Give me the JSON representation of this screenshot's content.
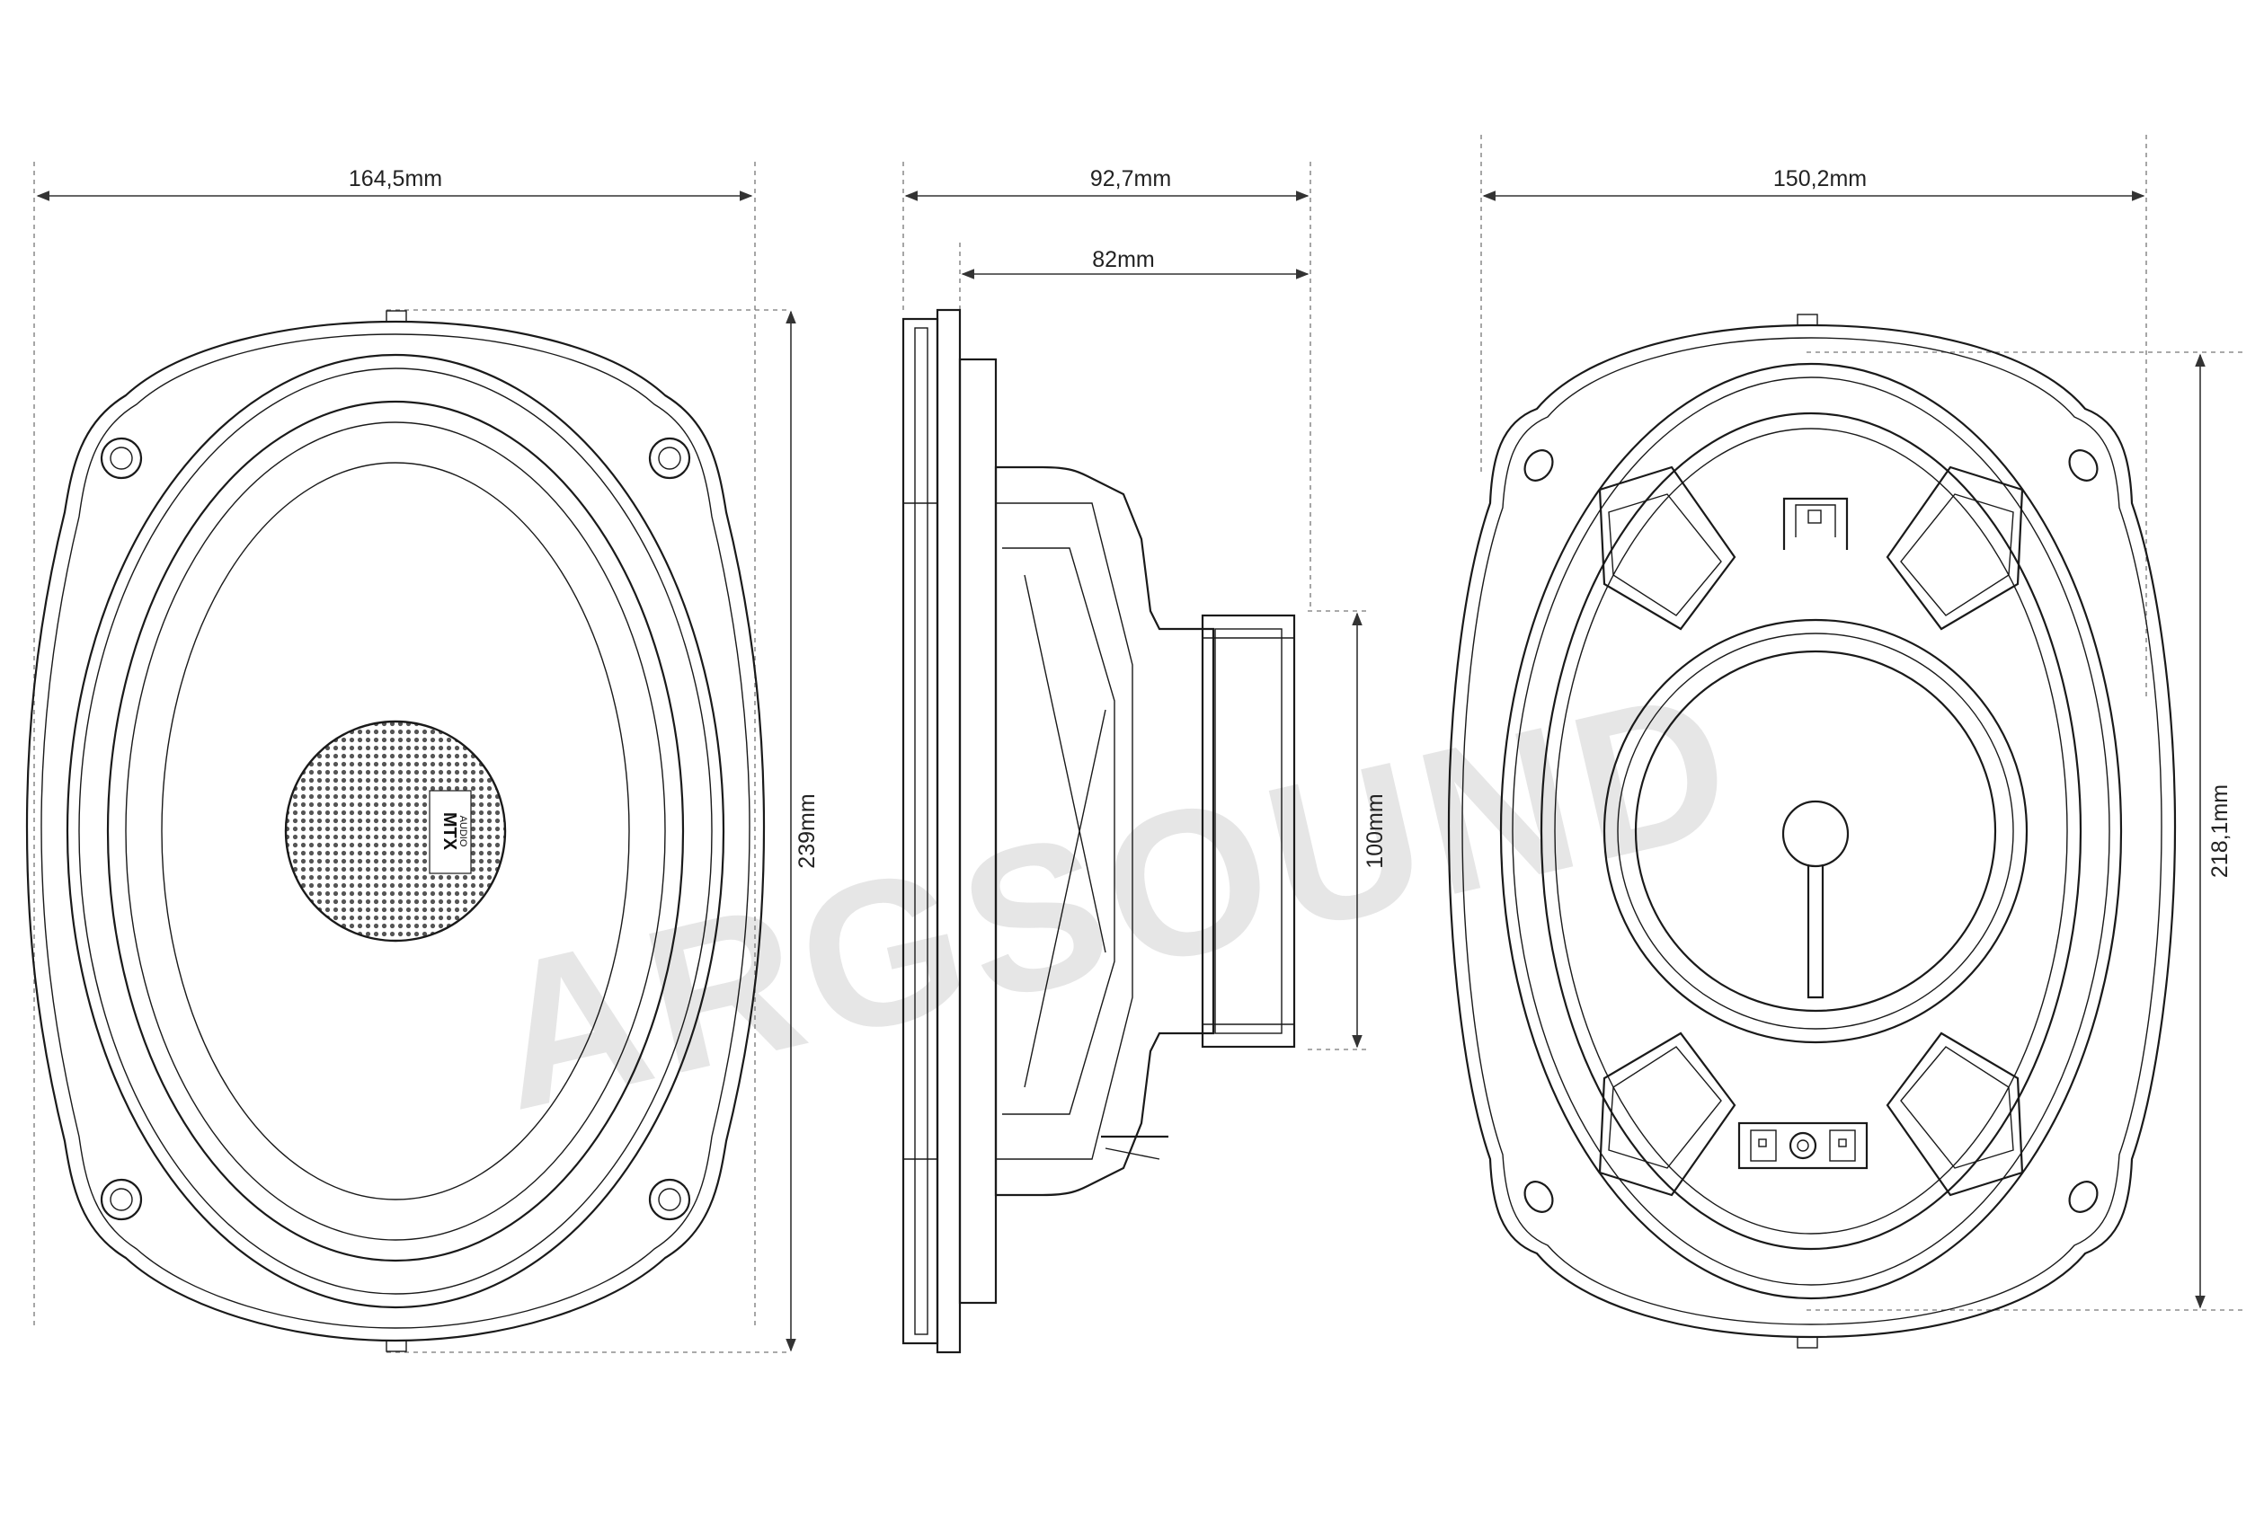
{
  "dimensions": {
    "front_width": "164,5mm",
    "front_height": "239mm",
    "side_depth_total": "92,7mm",
    "side_depth_basket": "82mm",
    "magnet_diameter": "100mm",
    "rear_width": "150,2mm",
    "rear_height": "218,1mm"
  },
  "brand": {
    "tweeter_logo_top": "MTX",
    "tweeter_logo_bottom": "AUDIO",
    "watermark": "ARGSOUND"
  },
  "colors": {
    "line": "#1a1a1a",
    "dimension": "#333333",
    "watermark": "#e6e6e6",
    "background": "#ffffff"
  }
}
